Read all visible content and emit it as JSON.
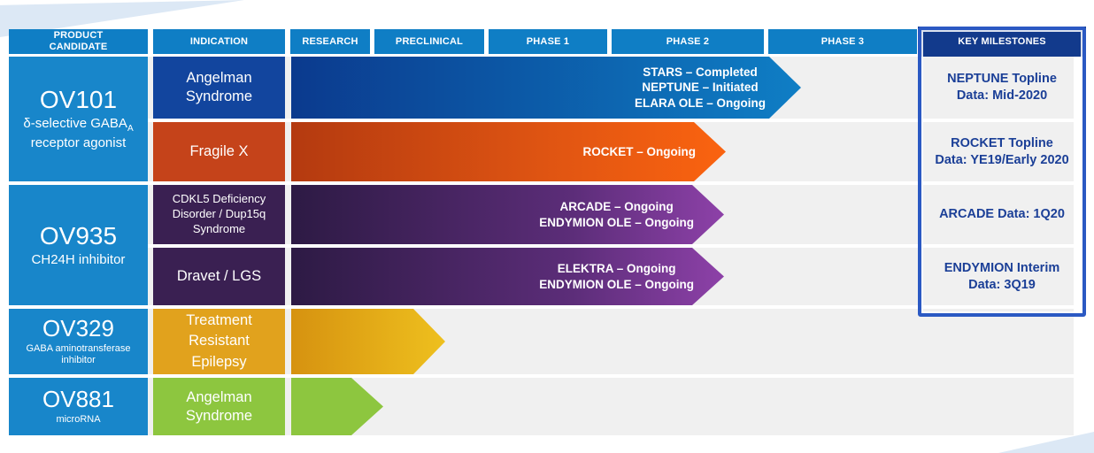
{
  "title": "Clinical pipeline overview",
  "colors": {
    "header_blue": "#0f7ec5",
    "milestones_header_navy": "#123a8c",
    "milestones_border_blue": "#2b59c3",
    "product_blue": "#1886ca",
    "angelman_blue": "#12459e",
    "fragile_x_orange": "#c5431a",
    "cdkl5_purple": "#3a2052",
    "epilepsy_gold": "#e1a21d",
    "angelman_green": "#8dc63f",
    "row_gray": "#f0f0f0",
    "milestone_text_navy": "#1b3f97",
    "decor_pale_blue": "#dce8f5"
  },
  "header": {
    "columns": [
      "PRODUCT\nCANDIDATE",
      "INDICATION",
      "RESEARCH",
      "PRECLINICAL",
      "PHASE 1",
      "PHASE 2",
      "PHASE 3",
      "KEY MILESTONES"
    ]
  },
  "products": [
    {
      "name": "OV101",
      "subtitle_pre": "δ-selective GABA",
      "subtitle_sub": "A",
      "subtitle_post": "receptor agonist"
    },
    {
      "name": "OV935",
      "subtitle": "CH24H inhibitor"
    },
    {
      "name": "OV329",
      "subtitle": "GABA aminotransferase inhibitor"
    },
    {
      "name": "OV881",
      "subtitle": "microRNA"
    }
  ],
  "indications": [
    {
      "label": "Angelman\nSyndrome"
    },
    {
      "label": "Fragile X"
    },
    {
      "label": "CDKL5 Deficiency\nDisorder / Dup15q\nSyndrome"
    },
    {
      "label": "Dravet / LGS"
    },
    {
      "label": "Treatment\nResistant\nEpilepsy"
    },
    {
      "label": "Angelman\nSyndrome"
    }
  ],
  "arrows": [
    {
      "phase_reached": "Phase 3",
      "lines": [
        "STARS – Completed",
        "NEPTUNE – Initiated",
        "ELARA OLE – Ongoing"
      ]
    },
    {
      "phase_reached": "Phase 2",
      "lines": [
        "ROCKET – Ongoing"
      ]
    },
    {
      "phase_reached": "Phase 2",
      "lines": [
        "ARCADE – Ongoing",
        "ENDYMION OLE – Ongoing"
      ]
    },
    {
      "phase_reached": "Phase 2",
      "lines": [
        "ELEKTRA – Ongoing",
        "ENDYMION OLE – Ongoing"
      ]
    },
    {
      "phase_reached": "Preclinical",
      "lines": []
    },
    {
      "phase_reached": "Research",
      "lines": []
    }
  ],
  "milestones": [
    {
      "text": "NEPTUNE Topline\nData: Mid-2020"
    },
    {
      "text": "ROCKET Topline\nData: YE19/Early 2020"
    },
    {
      "text": "ARCADE Data: 1Q20"
    },
    {
      "text": "ENDYMION Interim\nData: 3Q19"
    }
  ],
  "chart_data": {
    "type": "table",
    "title": "Product pipeline by development phase",
    "phase_columns": [
      "Research",
      "Preclinical",
      "Phase 1",
      "Phase 2",
      "Phase 3"
    ],
    "rows": [
      {
        "product": "OV101",
        "mechanism": "δ-selective GABAA receptor agonist",
        "indication": "Angelman Syndrome",
        "progress_phase": "Phase 3 (early)",
        "trials": "STARS – Completed; NEPTUNE – Initiated; ELARA OLE – Ongoing",
        "milestone": "NEPTUNE Topline Data: Mid-2020"
      },
      {
        "product": "OV101",
        "mechanism": "δ-selective GABAA receptor agonist",
        "indication": "Fragile X",
        "progress_phase": "Phase 2 (mid)",
        "trials": "ROCKET – Ongoing",
        "milestone": "ROCKET Topline Data: YE19/Early 2020"
      },
      {
        "product": "OV935",
        "mechanism": "CH24H inhibitor",
        "indication": "CDKL5 Deficiency Disorder / Dup15q Syndrome",
        "progress_phase": "Phase 2 (mid)",
        "trials": "ARCADE – Ongoing; ENDYMION OLE – Ongoing",
        "milestone": "ARCADE Data: 1Q20"
      },
      {
        "product": "OV935",
        "mechanism": "CH24H inhibitor",
        "indication": "Dravet / LGS",
        "progress_phase": "Phase 2 (mid)",
        "trials": "ELEKTRA – Ongoing; ENDYMION OLE – Ongoing",
        "milestone": "ENDYMION Interim Data: 3Q19"
      },
      {
        "product": "OV329",
        "mechanism": "GABA aminotransferase inhibitor",
        "indication": "Treatment Resistant Epilepsy",
        "progress_phase": "Preclinical (early)",
        "trials": "",
        "milestone": ""
      },
      {
        "product": "OV881",
        "mechanism": "microRNA",
        "indication": "Angelman Syndrome",
        "progress_phase": "Research",
        "trials": "",
        "milestone": ""
      }
    ]
  }
}
